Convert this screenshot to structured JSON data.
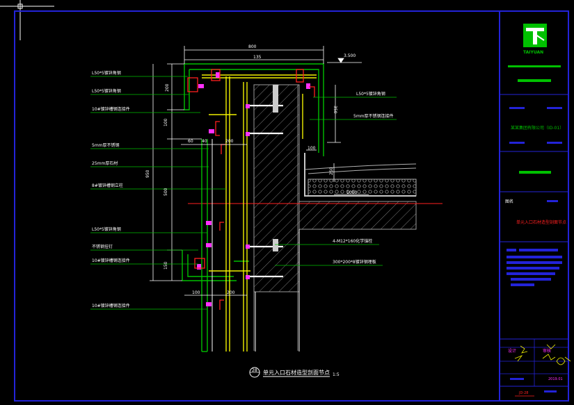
{
  "drawing": {
    "left_callouts": [
      "L50*5镀锌角钢",
      "L50*5镀锌角钢",
      "10#镀锌槽钢连接件",
      "5mm厚不锈钢",
      "25mm厚石材",
      "8#镀锌槽钢立柱",
      "L50*5镀锌角钢",
      "不锈钢挂钉",
      "10#镀锌槽钢连接件",
      "10#镀锌槽钢连接件"
    ],
    "right_callouts": [
      "L50*5镀锌角钢",
      "5mm厚不锈钢连接件",
      "4-M12*160化学锚栓",
      "300*200*8镀锌钢埋板"
    ],
    "dimensions": {
      "top_total": "800",
      "top_sub": "135",
      "elevation": "3.500",
      "left_200": "200",
      "left_100": "100",
      "left_950": "950",
      "left_500": "500",
      "left_150": "150",
      "mid_60": "60",
      "mid_40": "40",
      "mid_200a": "200",
      "right_350": "350",
      "right_100": "100",
      "right_250": "250",
      "right_1000": "1000",
      "bottom_100": "100",
      "bottom_200": "200"
    },
    "caption_number": "28",
    "caption_text": "单元入口石材造型剖面节点",
    "caption_scale": "1:5"
  },
  "title_block": {
    "logo_text": "TAIYUAN",
    "project_name": "某某集团有限公司（ID-01）",
    "drawing_name": "单元入口石材造型剖面节点",
    "sheet_no": "JD-28",
    "date": "2019.01",
    "label_name": "图名",
    "design": "设计",
    "check": "审核"
  },
  "colors": {
    "frame": "#2323d8",
    "green": "#00c000",
    "red": "#ff2020",
    "yellow": "#f0f000",
    "magenta": "#ff30ff",
    "gray": "#8a8a8a"
  }
}
